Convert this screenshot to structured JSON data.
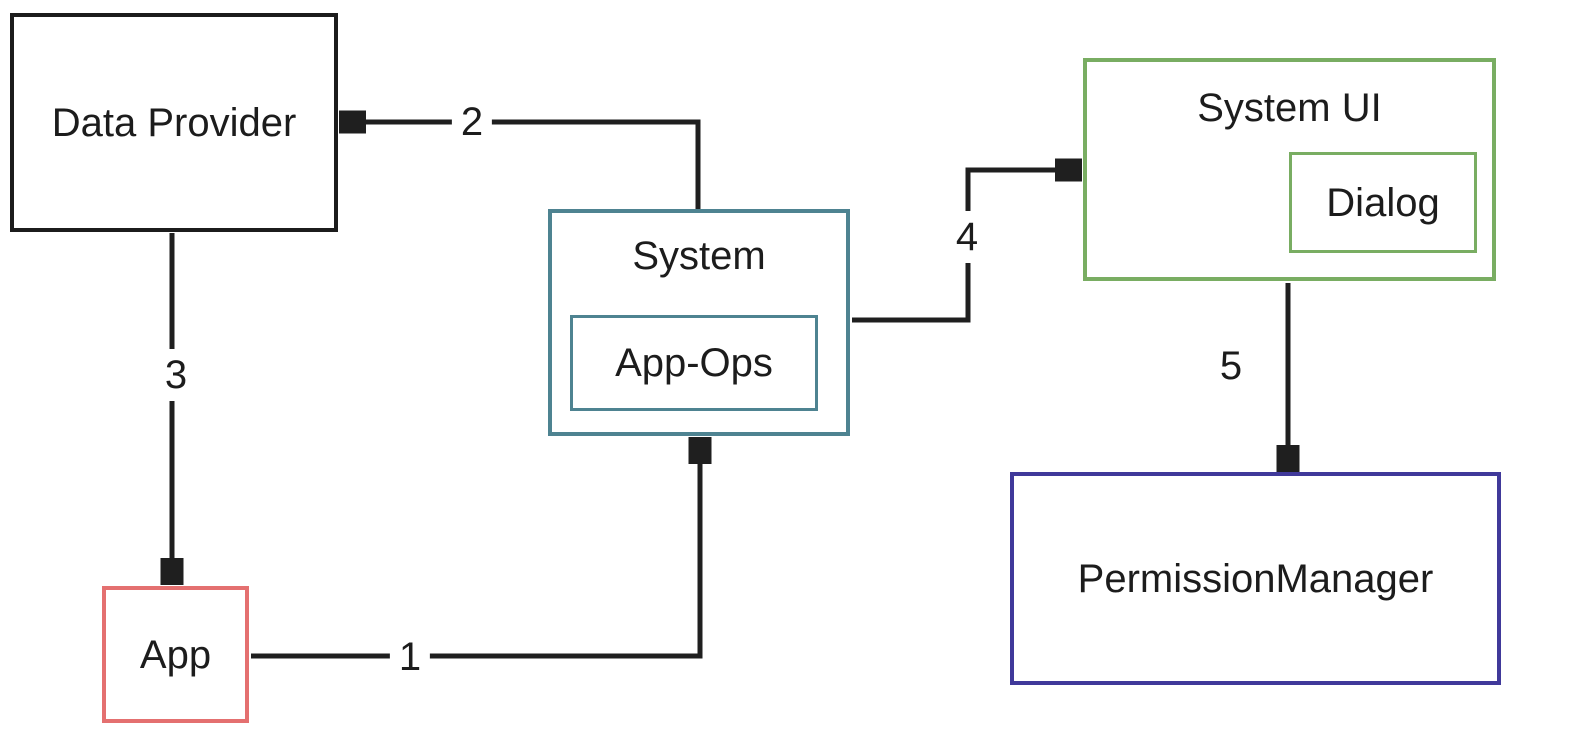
{
  "diagram": {
    "type": "flow-diagram",
    "background_color": "#ffffff",
    "arrow_color": "#1f1f1f",
    "nodes": {
      "data_provider": {
        "label": "Data Provider",
        "border_color": "#1c1c1c"
      },
      "app": {
        "label": "App",
        "border_color": "#e47070"
      },
      "system": {
        "label": "System",
        "border_color": "#4e8391"
      },
      "app_ops": {
        "label": "App-Ops",
        "border_color": "#4e8391",
        "parent": "system"
      },
      "system_ui": {
        "label": "System UI",
        "border_color": "#79ad62"
      },
      "dialog": {
        "label": "Dialog",
        "border_color": "#79ad62",
        "parent": "system_ui"
      },
      "permission_manager": {
        "label": "PermissionManager",
        "border_color": "#40399a"
      }
    },
    "edges": [
      {
        "label": "1",
        "from": "app",
        "to": "system"
      },
      {
        "label": "2",
        "from": "system",
        "to": "data_provider"
      },
      {
        "label": "3",
        "from": "data_provider",
        "to": "app"
      },
      {
        "label": "4",
        "from": "system",
        "to": "system_ui"
      },
      {
        "label": "5",
        "from": "system_ui",
        "to": "permission_manager"
      }
    ]
  }
}
